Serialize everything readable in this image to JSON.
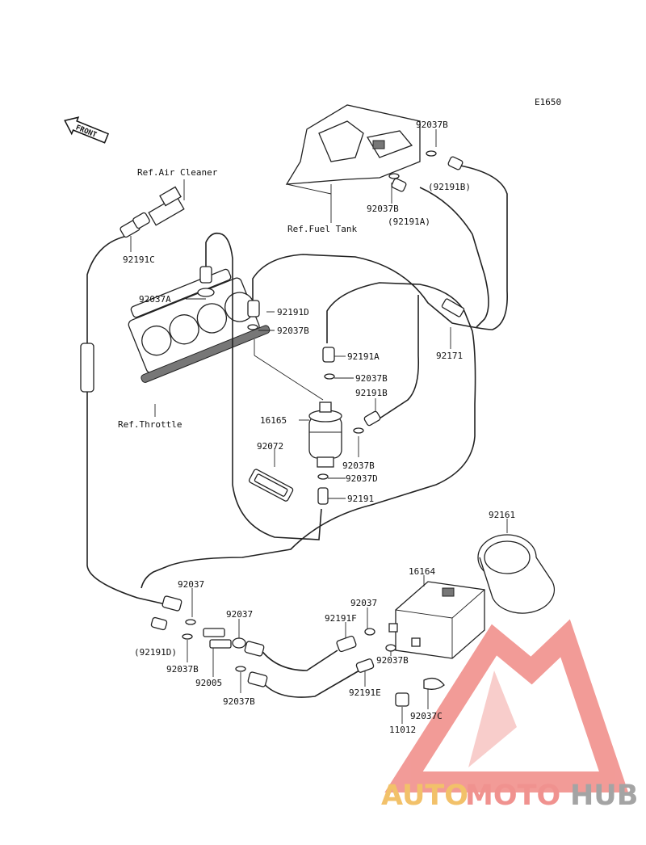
{
  "diagram_code": "E1650",
  "front_label": "FRONT",
  "refs": {
    "air_cleaner": "Ref.Air Cleaner",
    "fuel_tank": "Ref.Fuel Tank",
    "throttle": "Ref.Throttle"
  },
  "callouts": {
    "c92037B_top": "92037B",
    "c92191B_top": "(92191B)",
    "c92037B_tank": "92037B",
    "c92191A_tank": "(92191A)",
    "c92191C": "92191C",
    "c92037A": "92037A",
    "c92191D_mid": "92191D",
    "c92037B_mid": "92037B",
    "c92191A_mid": "92191A",
    "c92171": "92171",
    "c92037B_filter": "92037B",
    "c92191B_filter": "92191B",
    "c16165": "16165",
    "c92072": "92072",
    "c92037B_low": "92037B",
    "c92037D": "92037D",
    "c92191": "92191",
    "c92161": "92161",
    "c16164": "16164",
    "c92037_a": "92037",
    "c92037_b": "92037",
    "c92037_c": "92037",
    "c92191F": "92191F",
    "c92191D_low": "(92191D)",
    "c92037B_l1": "92037B",
    "c92005": "92005",
    "c92037B_l2": "92037B",
    "c92037B_r": "92037B",
    "c92191E": "92191E",
    "c92037C": "92037C",
    "c11012": "11012"
  },
  "watermark": {
    "part1": "AUTO",
    "part2": "MOTO",
    "part3": "HUB",
    "color1": "#f2c16a",
    "color2": "#f0928f",
    "color3": "#a4a4a4",
    "logo_color": "#f08a86"
  }
}
